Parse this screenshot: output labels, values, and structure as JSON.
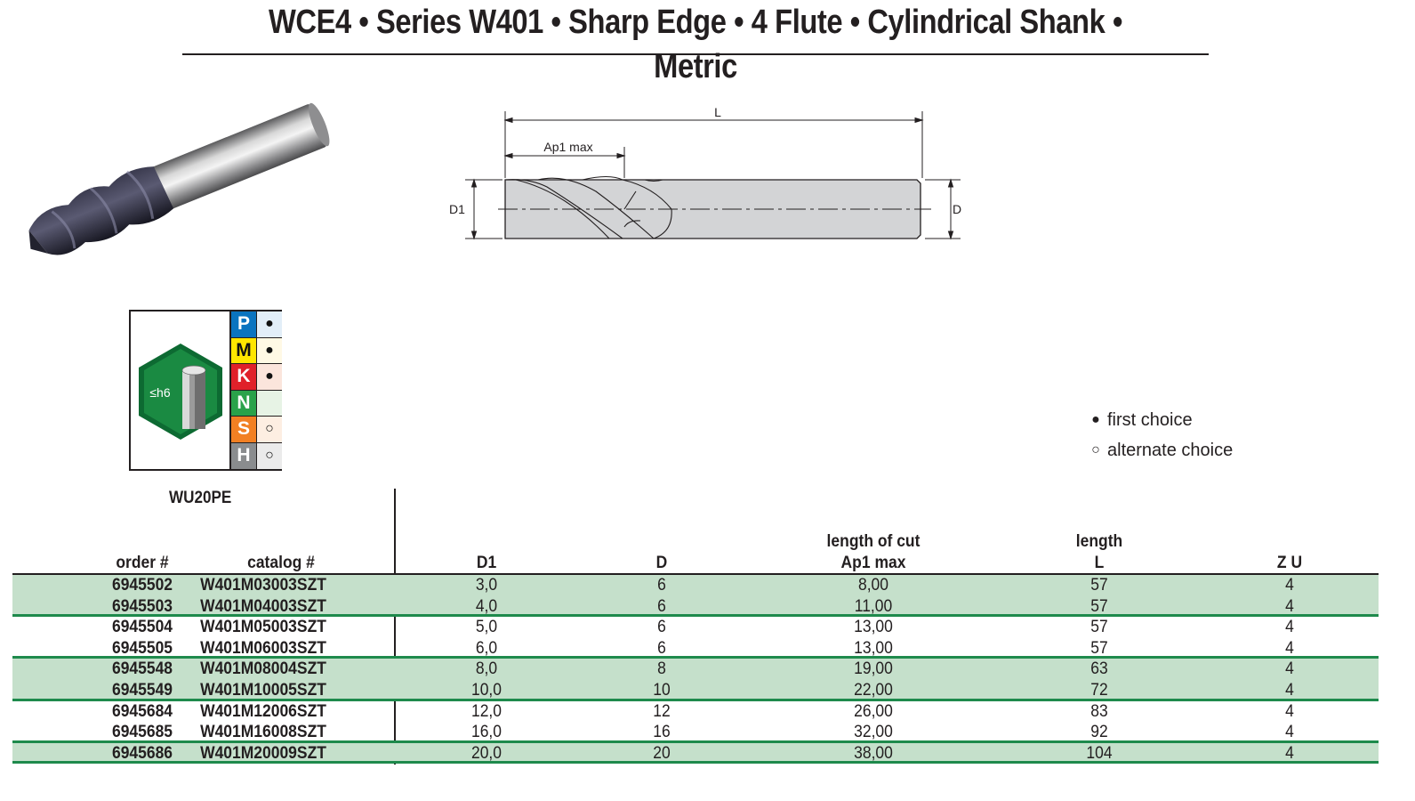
{
  "header": {
    "title": "WCE4 • Series W401 • Sharp Edge • 4 Flute • Cylindrical Shank • Metric"
  },
  "drawing": {
    "labels": {
      "L": "L",
      "ap1": "Ap1 max",
      "D1": "D1",
      "D": "D"
    }
  },
  "application_icon": {
    "shank_tolerance": "≤h6",
    "iso_materials": [
      {
        "letter": "P",
        "color": "#0a74c0",
        "cell_bg": "#e2eef8",
        "mark": "●"
      },
      {
        "letter": "M",
        "color": "#ffe600",
        "cell_bg": "#fff9e5",
        "mark": "●",
        "text_color": "#111111"
      },
      {
        "letter": "K",
        "color": "#e0212a",
        "cell_bg": "#fbe5dc",
        "mark": "●"
      },
      {
        "letter": "N",
        "color": "#2aa24a",
        "cell_bg": "#e7f3e5",
        "mark": ""
      },
      {
        "letter": "S",
        "color": "#f28023",
        "cell_bg": "#fdeee2",
        "mark": "○"
      },
      {
        "letter": "H",
        "color": "#8a8c8e",
        "cell_bg": "#ebebeb",
        "mark": "○"
      }
    ]
  },
  "grade": "WU20PE",
  "legend": {
    "first_symbol": "●",
    "first_label": "first choice",
    "alternate_symbol": "○",
    "alternate_label": "alternate choice"
  },
  "table": {
    "headers": {
      "order": "order #",
      "catalog": "catalog #",
      "d1": "D1",
      "d": "D",
      "ap1_top": "length of cut",
      "ap1": "Ap1 max",
      "l_top": "length",
      "l": "L",
      "zu": "Z U"
    },
    "rows": [
      {
        "order": "6945502",
        "catalog": "W401M03003SZT",
        "d1": "3,0",
        "d": "6",
        "ap1": "8,00",
        "l": "57",
        "zu": "4",
        "shaded": true,
        "group_end": false
      },
      {
        "order": "6945503",
        "catalog": "W401M04003SZT",
        "d1": "4,0",
        "d": "6",
        "ap1": "11,00",
        "l": "57",
        "zu": "4",
        "shaded": true,
        "group_end": true
      },
      {
        "order": "6945504",
        "catalog": "W401M05003SZT",
        "d1": "5,0",
        "d": "6",
        "ap1": "13,00",
        "l": "57",
        "zu": "4",
        "shaded": false,
        "group_end": false
      },
      {
        "order": "6945505",
        "catalog": "W401M06003SZT",
        "d1": "6,0",
        "d": "6",
        "ap1": "13,00",
        "l": "57",
        "zu": "4",
        "shaded": false,
        "group_end": true
      },
      {
        "order": "6945548",
        "catalog": "W401M08004SZT",
        "d1": "8,0",
        "d": "8",
        "ap1": "19,00",
        "l": "63",
        "zu": "4",
        "shaded": true,
        "group_end": false
      },
      {
        "order": "6945549",
        "catalog": "W401M10005SZT",
        "d1": "10,0",
        "d": "10",
        "ap1": "22,00",
        "l": "72",
        "zu": "4",
        "shaded": true,
        "group_end": true
      },
      {
        "order": "6945684",
        "catalog": "W401M12006SZT",
        "d1": "12,0",
        "d": "12",
        "ap1": "26,00",
        "l": "83",
        "zu": "4",
        "shaded": false,
        "group_end": false
      },
      {
        "order": "6945685",
        "catalog": "W401M16008SZT",
        "d1": "16,0",
        "d": "16",
        "ap1": "32,00",
        "l": "92",
        "zu": "4",
        "shaded": false,
        "group_end": true
      },
      {
        "order": "6945686",
        "catalog": "W401M20009SZT",
        "d1": "20,0",
        "d": "20",
        "ap1": "38,00",
        "l": "104",
        "zu": "4",
        "shaded": true,
        "group_end": true
      }
    ]
  }
}
